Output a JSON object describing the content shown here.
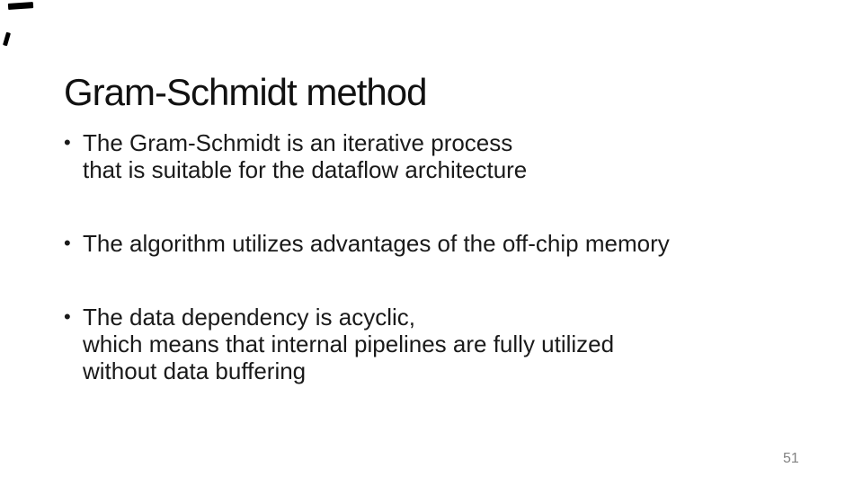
{
  "slide": {
    "title": "Gram-Schmidt method",
    "bullet_glyph": "•",
    "bullets": [
      {
        "lines": [
          "The Gram-Schmidt is an iterative process",
          "that is suitable for the dataflow architecture"
        ]
      },
      {
        "lines": [
          "The algorithm utilizes advantages of the off-chip memory"
        ]
      },
      {
        "lines": [
          "The data dependency is acyclic,",
          "which means that internal pipelines are fully utilized",
          "without data buffering"
        ]
      }
    ],
    "page_number": "51",
    "colors": {
      "background": "#ffffff",
      "title_text": "#111111",
      "body_text": "#1a1a1a",
      "page_number_text": "#828282",
      "artifact_marks": "#000000"
    }
  }
}
